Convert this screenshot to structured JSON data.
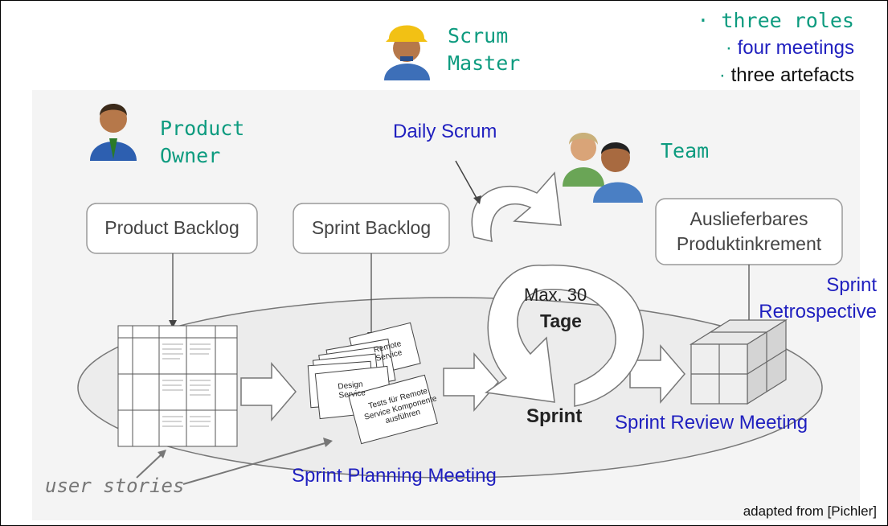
{
  "roles": {
    "scrum_master": [
      "Scrum",
      "Master"
    ],
    "product_owner": [
      "Product",
      "Owner"
    ],
    "team": "Team"
  },
  "summary": {
    "roles": "three roles",
    "meetings": "four meetings",
    "artefacts": "three artefacts"
  },
  "boxes": {
    "product_backlog": "Product Backlog",
    "sprint_backlog": "Sprint Backlog",
    "increment": [
      "Auslieferbares",
      "Produktinkrement"
    ]
  },
  "cycle": {
    "max": "Max. 30",
    "days": "Tage",
    "sprint": "Sprint"
  },
  "meetings": {
    "daily_scrum": "Daily Scrum",
    "sprint_retrospective": [
      "Sprint",
      "Retrospective"
    ],
    "sprint_review": "Sprint Review Meeting",
    "sprint_planning": "Sprint Planning Meeting"
  },
  "cards": {
    "card1": [
      "Remote",
      "Service"
    ],
    "card2": [
      "Design",
      "Service"
    ],
    "card3": [
      "Tests für Remote",
      "Service Komponente",
      "ausführen"
    ]
  },
  "annotations": {
    "user_stories": "user stories",
    "credit": "adapted from [Pichler]"
  }
}
